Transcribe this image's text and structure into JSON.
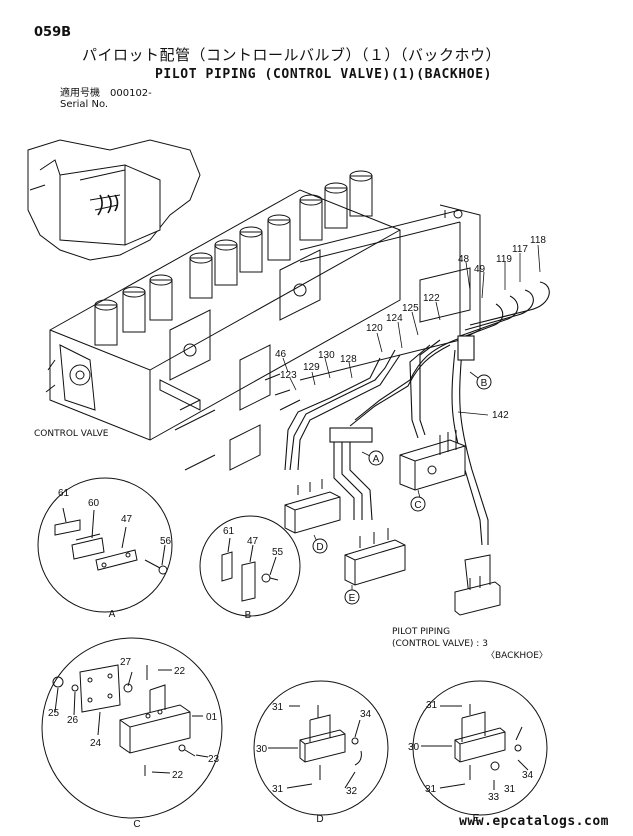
{
  "header": {
    "code": "059B",
    "title_jp": "パイロット配管（コントロールバルブ）（１）（バックホウ）",
    "title_en": "PILOT PIPING (CONTROL VALVE)(1)(BACKHOE)",
    "serial_label_jp": "適用号機　000102-",
    "serial_label_en": "Serial No."
  },
  "labels": {
    "control_valve": "CONTROL VALVE",
    "note_line1": "PILOT PIPING",
    "note_line2": "(CONTROL VALVE) : 3",
    "note_line3": "〈BACKHOE〉"
  },
  "callouts": {
    "p118": "118",
    "p117": "117",
    "p119": "119",
    "p48": "48",
    "p49": "49",
    "p122": "122",
    "p125": "125",
    "p124": "124",
    "p120": "120",
    "p46": "46",
    "p130": "130",
    "p129": "129",
    "p128": "128",
    "p123": "123",
    "p142": "142",
    "det_a_61": "61",
    "det_a_60": "60",
    "det_a_47": "47",
    "det_a_56": "56",
    "det_b_61": "61",
    "det_b_47": "47",
    "det_b_55": "55",
    "det_c_27": "27",
    "det_c_22a": "22",
    "det_c_25": "25",
    "det_c_26": "26",
    "det_c_24": "24",
    "det_c_01": "01",
    "det_c_23": "23",
    "det_c_22b": "22",
    "det_d_31a": "31",
    "det_d_34": "34",
    "det_d_30": "30",
    "det_d_31b": "31",
    "det_d_32": "32",
    "det_e_31a": "31",
    "det_e_30": "30",
    "det_e_34": "34",
    "det_e_31b": "31",
    "det_e_33": "33",
    "det_e_31c": "31"
  },
  "markers": {
    "A": "A",
    "B": "B",
    "C": "C",
    "D": "D",
    "E": "E"
  },
  "detail_letters": {
    "A": "A",
    "B": "B",
    "C": "C",
    "D": "D",
    "E": "E"
  },
  "footer": {
    "site": "www.epcatalogs.com"
  }
}
